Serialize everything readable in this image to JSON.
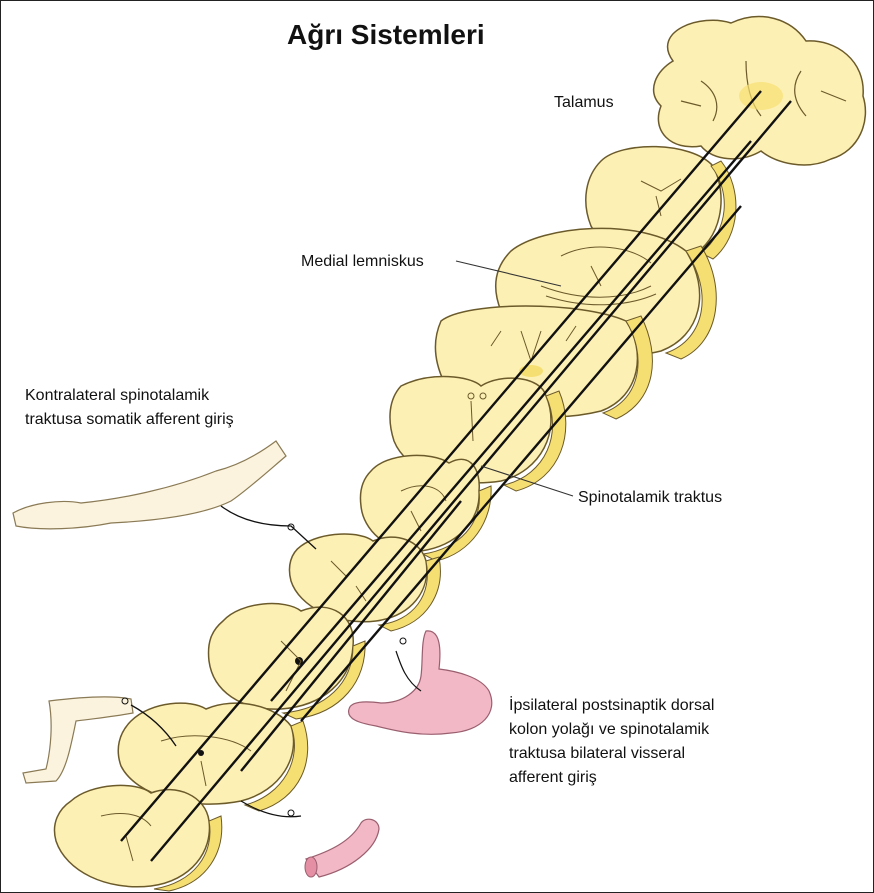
{
  "title": "Ağrı Sistemleri",
  "labels": {
    "talamus": "Talamus",
    "medial_lemniskus": "Medial lemniskus",
    "spinotalamik_traktus": "Spinotalamik traktus",
    "somatic_line1": "Kontralateral spinotalamik",
    "somatic_line2": "traktusa somatik afferent giriş",
    "visceral_line1": "İpsilateral postsinaptik dorsal",
    "visceral_line2": "kolon yolağı ve spinotalamik",
    "visceral_line3": "traktusa bilateral visseral",
    "visceral_line4": "afferent giriş"
  },
  "colors": {
    "tissue": "#fdf0b4",
    "tissue_edge": "#6b5a2a",
    "tissue_rim": "#f6df72",
    "grey_matter": "#f7e596",
    "viscera": "#f2b8c6",
    "skin": "#fbf3dd",
    "tract": "#111111"
  }
}
